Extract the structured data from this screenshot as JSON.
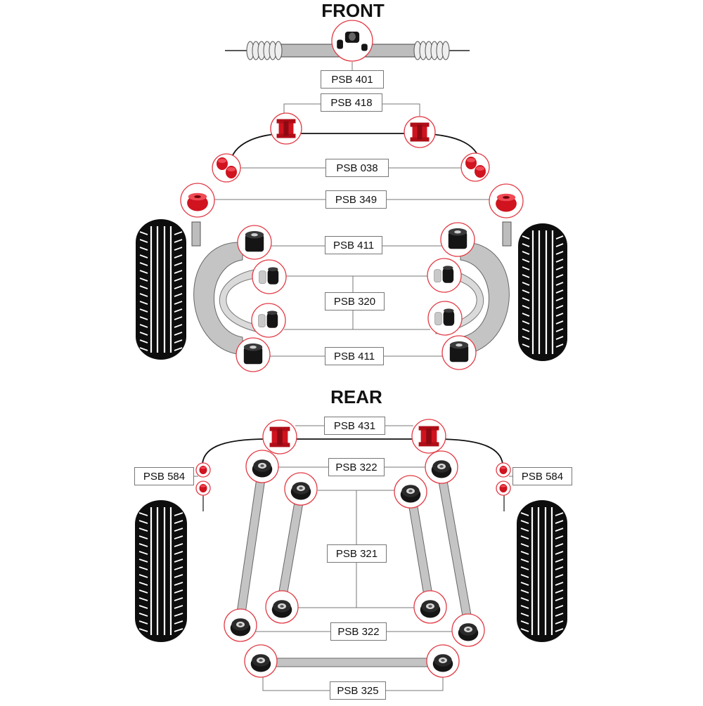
{
  "sections": {
    "front": {
      "title": "FRONT"
    },
    "rear": {
      "title": "REAR"
    }
  },
  "parts": {
    "psb401": "PSB 401",
    "psb418": "PSB 418",
    "psb038": "PSB 038",
    "psb349": "PSB 349",
    "psb411_upper": "PSB 411",
    "psb320": "PSB 320",
    "psb411_lower": "PSB 411",
    "psb431": "PSB 431",
    "psb322_upper": "PSB 322",
    "psb584_left": "PSB 584",
    "psb584_right": "PSB 584",
    "psb321": "PSB 321",
    "psb322_lower": "PSB 322",
    "psb325": "PSB 325"
  },
  "colors": {
    "bush_red": "#d0131f",
    "bush_black": "#151515",
    "bush_grey": "#c9c9c9",
    "ring": "#e23a44",
    "arm_grey": "#c4c4c4",
    "line": "#777777"
  }
}
